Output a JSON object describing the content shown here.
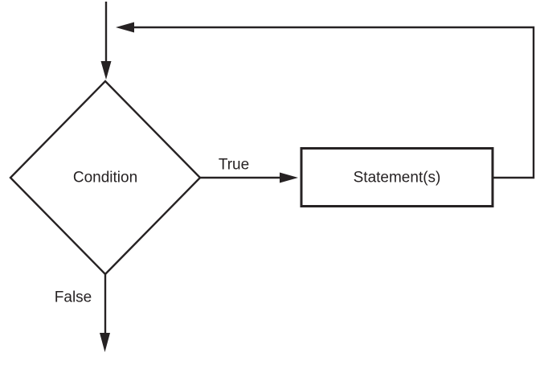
{
  "diagram": {
    "kind": "flowchart",
    "nodes": {
      "condition": {
        "label": "Condition",
        "shape": "diamond"
      },
      "statements": {
        "label": "Statement(s)",
        "shape": "rectangle"
      }
    },
    "edges": {
      "true_branch": {
        "label": "True"
      },
      "false_branch": {
        "label": "False"
      }
    },
    "colors": {
      "line": "#262223",
      "text": "#262223",
      "background": "#ffffff"
    }
  }
}
